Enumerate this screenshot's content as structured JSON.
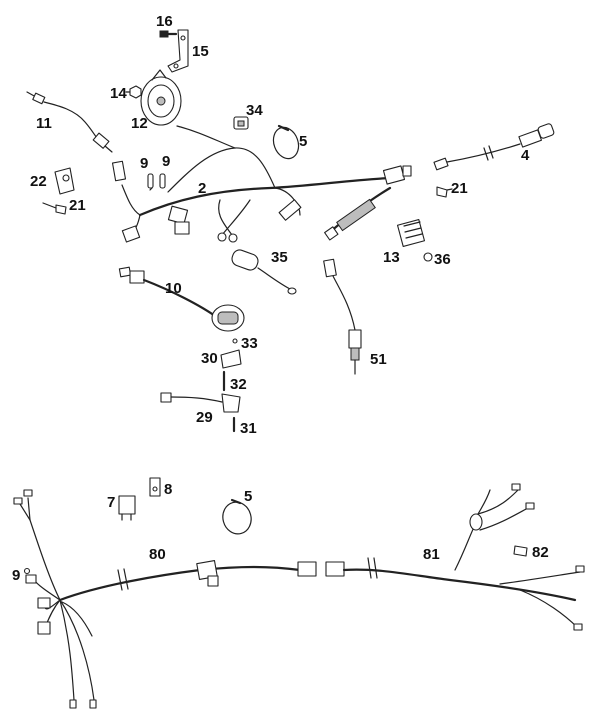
{
  "diagram": {
    "callouts": [
      {
        "id": "c16",
        "text": "16"
      },
      {
        "id": "c15",
        "text": "15"
      },
      {
        "id": "c14",
        "text": "14"
      },
      {
        "id": "c12",
        "text": "12"
      },
      {
        "id": "c11",
        "text": "11"
      },
      {
        "id": "c34",
        "text": "34"
      },
      {
        "id": "c5a",
        "text": "5"
      },
      {
        "id": "c4",
        "text": "4"
      },
      {
        "id": "c9a",
        "text": "9"
      },
      {
        "id": "c9b",
        "text": "9"
      },
      {
        "id": "c22",
        "text": "22"
      },
      {
        "id": "c2",
        "text": "2"
      },
      {
        "id": "c21a",
        "text": "21"
      },
      {
        "id": "c21b",
        "text": "21"
      },
      {
        "id": "c13",
        "text": "13"
      },
      {
        "id": "c36",
        "text": "36"
      },
      {
        "id": "c35",
        "text": "35"
      },
      {
        "id": "c10",
        "text": "10"
      },
      {
        "id": "c33",
        "text": "33"
      },
      {
        "id": "c30",
        "text": "30"
      },
      {
        "id": "c51",
        "text": "51"
      },
      {
        "id": "c32",
        "text": "32"
      },
      {
        "id": "c29",
        "text": "29"
      },
      {
        "id": "c31",
        "text": "31"
      },
      {
        "id": "c7",
        "text": "7"
      },
      {
        "id": "c8",
        "text": "8"
      },
      {
        "id": "c5b",
        "text": "5"
      },
      {
        "id": "c80",
        "text": "80"
      },
      {
        "id": "c81",
        "text": "81"
      },
      {
        "id": "c82",
        "text": "82"
      },
      {
        "id": "c9c",
        "text": "9"
      }
    ]
  }
}
